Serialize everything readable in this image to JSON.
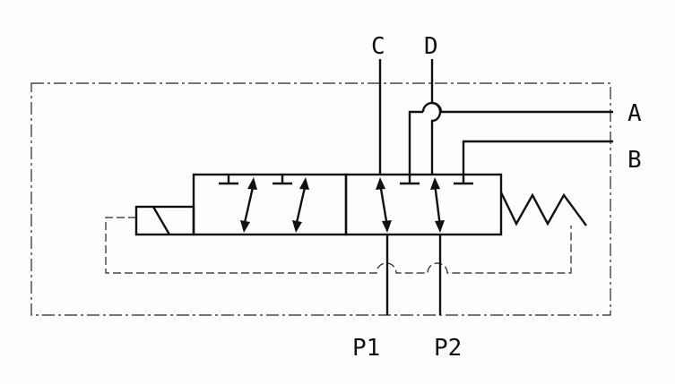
{
  "diagram": {
    "ports": {
      "c": "C",
      "d": "D",
      "a": "A",
      "b": "B",
      "p1": "P1",
      "p2": "P2"
    }
  }
}
